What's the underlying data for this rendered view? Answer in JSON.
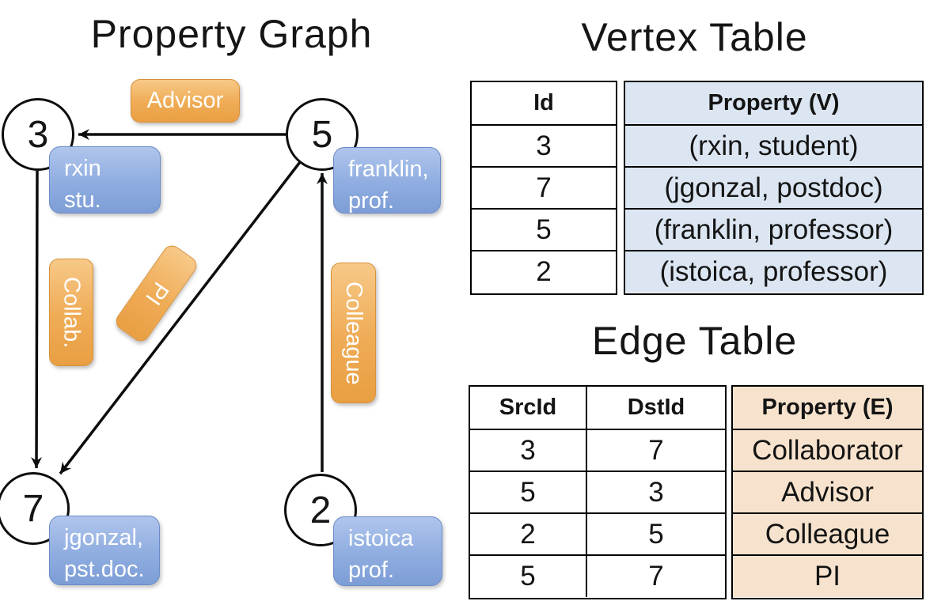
{
  "graph": {
    "title": "Property Graph",
    "nodes": [
      {
        "id": "3",
        "property_lines": [
          "rxin",
          "stu."
        ]
      },
      {
        "id": "5",
        "property_lines": [
          "franklin,",
          "prof."
        ]
      },
      {
        "id": "7",
        "property_lines": [
          "jgonzal,",
          "pst.doc."
        ]
      },
      {
        "id": "2",
        "property_lines": [
          "istoica",
          "prof."
        ]
      }
    ],
    "edge_labels": {
      "advisor": "Advisor",
      "collab": "Collab.",
      "pi": "PI",
      "colleague": "Colleague"
    }
  },
  "vertex_table": {
    "title": "Vertex Table",
    "columns": {
      "id": "Id",
      "property": "Property (V)"
    },
    "rows": [
      {
        "id": "3",
        "property": "(rxin, student)"
      },
      {
        "id": "7",
        "property": "(jgonzal, postdoc)"
      },
      {
        "id": "5",
        "property": "(franklin, professor)"
      },
      {
        "id": "2",
        "property": "(istoica, professor)"
      }
    ]
  },
  "edge_table": {
    "title": "Edge Table",
    "columns": {
      "src": "SrcId",
      "dst": "DstId",
      "property": "Property (E)"
    },
    "rows": [
      {
        "src": "3",
        "dst": "7",
        "property": "Collaborator"
      },
      {
        "src": "5",
        "dst": "3",
        "property": "Advisor"
      },
      {
        "src": "2",
        "dst": "5",
        "property": "Colleague"
      },
      {
        "src": "5",
        "dst": "7",
        "property": "PI"
      }
    ]
  },
  "colors": {
    "edge_label_fill": "#efab55",
    "node_property_fill": "#8fade0",
    "vertex_property_fill": "#dce6f2",
    "edge_property_fill": "#f7e3cd",
    "line_color": "#0d0d0d"
  }
}
